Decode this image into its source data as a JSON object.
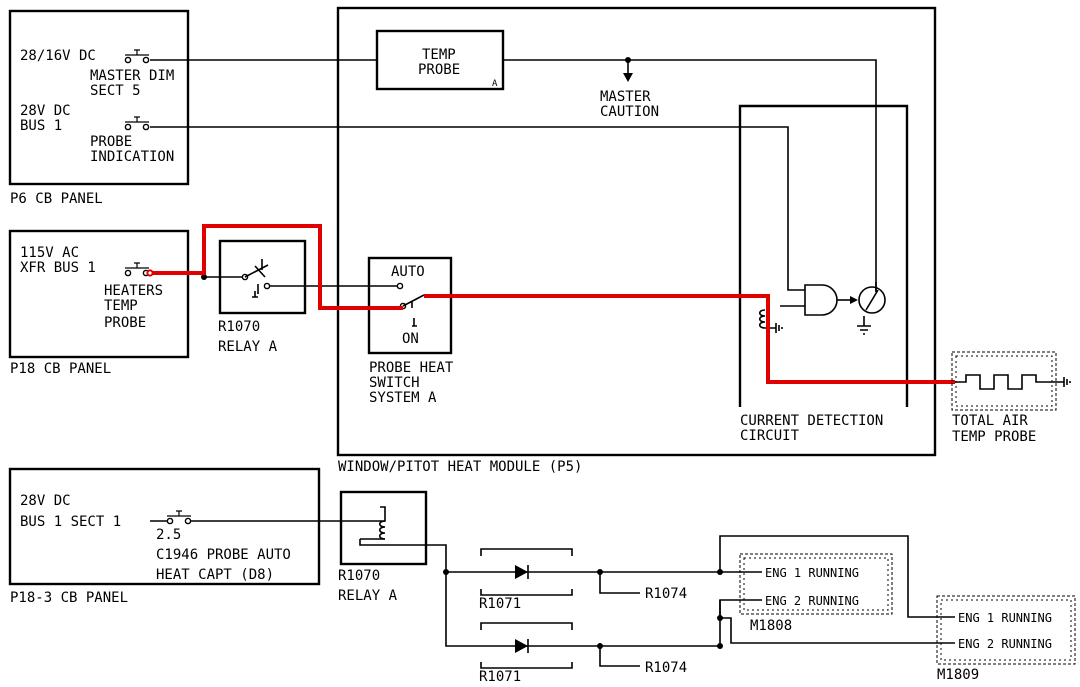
{
  "colors": {
    "highlight": "#e00000",
    "line": "#000000",
    "background": "#ffffff"
  },
  "labels": {
    "p6_supply1": "28/16V DC",
    "p6_cb1_a": "MASTER DIM",
    "p6_cb1_b": "SECT 5",
    "p6_supply2_a": "28V DC",
    "p6_supply2_b": "BUS 1",
    "p6_cb2_a": "PROBE",
    "p6_cb2_b": "INDICATION",
    "p6_panel": "P6 CB PANEL",
    "p18_supply_a": "115V AC",
    "p18_supply_b": "XFR BUS 1",
    "p18_cb_a": "HEATERS",
    "p18_cb_b": "TEMP",
    "p18_cb_c": "PROBE",
    "p18_panel": "P18 CB PANEL",
    "relay1_a": "R1070",
    "relay1_b": "RELAY A",
    "temp_probe_a": "TEMP",
    "temp_probe_b": "PROBE",
    "temp_probe_sub": "A",
    "master_caution_a": "MASTER",
    "master_caution_b": "CAUTION",
    "switch_auto": "AUTO",
    "switch_on": "ON",
    "switch_a": "PROBE HEAT",
    "switch_b": "SWITCH",
    "switch_c": "SYSTEM A",
    "cdc_a": "CURRENT DETECTION",
    "cdc_b": "CIRCUIT",
    "tat_a": "TOTAL AIR",
    "tat_b": "TEMP PROBE",
    "module": "WINDOW/PITOT HEAT MODULE (P5)",
    "p183_supply_a": "28V DC",
    "p183_supply_b": "BUS 1 SECT 1",
    "p183_rating": "2.5",
    "p183_cb_a": "C1946 PROBE AUTO",
    "p183_cb_b": "HEAT CAPT (D8)",
    "p183_panel": "P18-3 CB PANEL",
    "relay2_a": "R1070",
    "relay2_b": "RELAY A",
    "r1071_top": "R1071",
    "r1071_bottom": "R1071",
    "r1074_top": "R1074",
    "r1074_bottom": "R1074",
    "m1808_eng1": "ENG 1 RUNNING",
    "m1808_eng2": "ENG 2 RUNNING",
    "m1808": "M1808",
    "m1809_eng1": "ENG 1 RUNNING",
    "m1809_eng2": "ENG 2 RUNNING",
    "m1809": "M1809"
  }
}
